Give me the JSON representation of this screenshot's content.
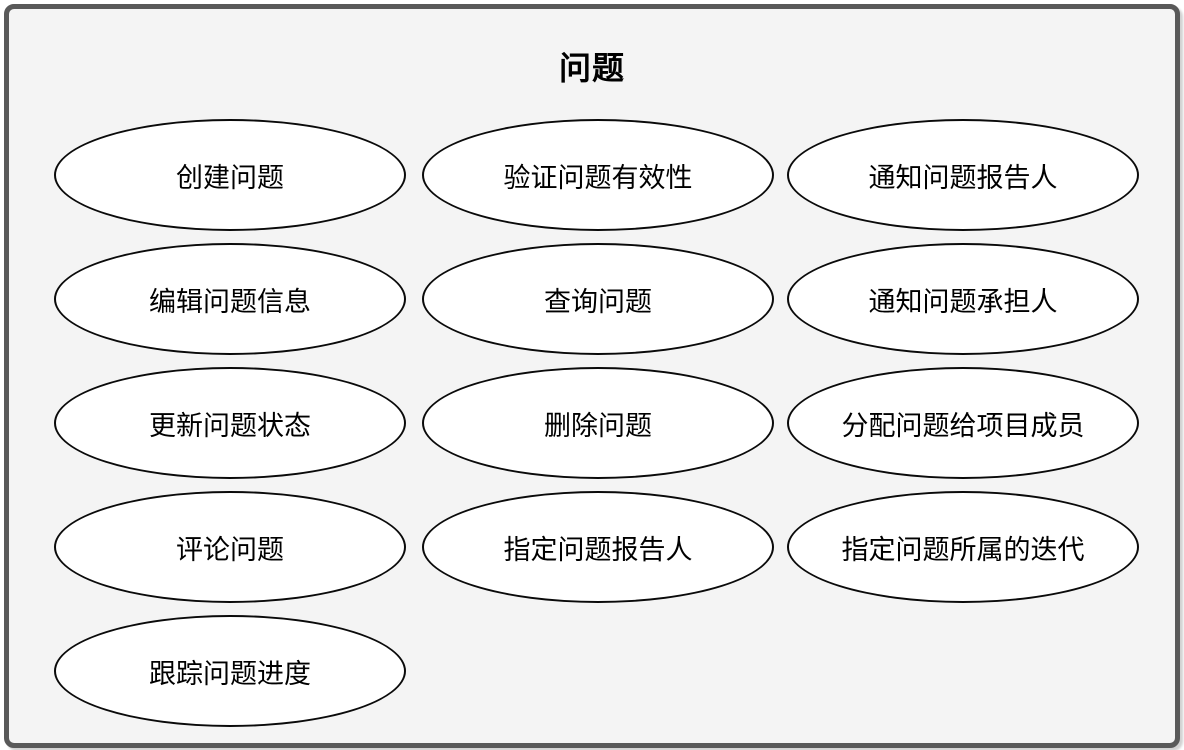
{
  "diagram": {
    "title": "问题",
    "type": "use-case-diagram",
    "background_color": "#f4f4f4",
    "frame_border_color": "#595959",
    "node_fill_color": "#ffffff",
    "node_border_color": "#000000",
    "usecases": [
      {
        "label": "创建问题",
        "row": 1,
        "col": 1
      },
      {
        "label": "验证问题有效性",
        "row": 1,
        "col": 2
      },
      {
        "label": "通知问题报告人",
        "row": 1,
        "col": 3
      },
      {
        "label": "编辑问题信息",
        "row": 2,
        "col": 1
      },
      {
        "label": "查询问题",
        "row": 2,
        "col": 2
      },
      {
        "label": "通知问题承担人",
        "row": 2,
        "col": 3
      },
      {
        "label": "更新问题状态",
        "row": 3,
        "col": 1
      },
      {
        "label": "删除问题",
        "row": 3,
        "col": 2
      },
      {
        "label": "分配问题给项目成员",
        "row": 3,
        "col": 3
      },
      {
        "label": "评论问题",
        "row": 4,
        "col": 1
      },
      {
        "label": "指定问题报告人",
        "row": 4,
        "col": 2
      },
      {
        "label": "指定问题所属的迭代",
        "row": 4,
        "col": 3
      },
      {
        "label": "跟踪问题进度",
        "row": 5,
        "col": 1
      }
    ]
  }
}
